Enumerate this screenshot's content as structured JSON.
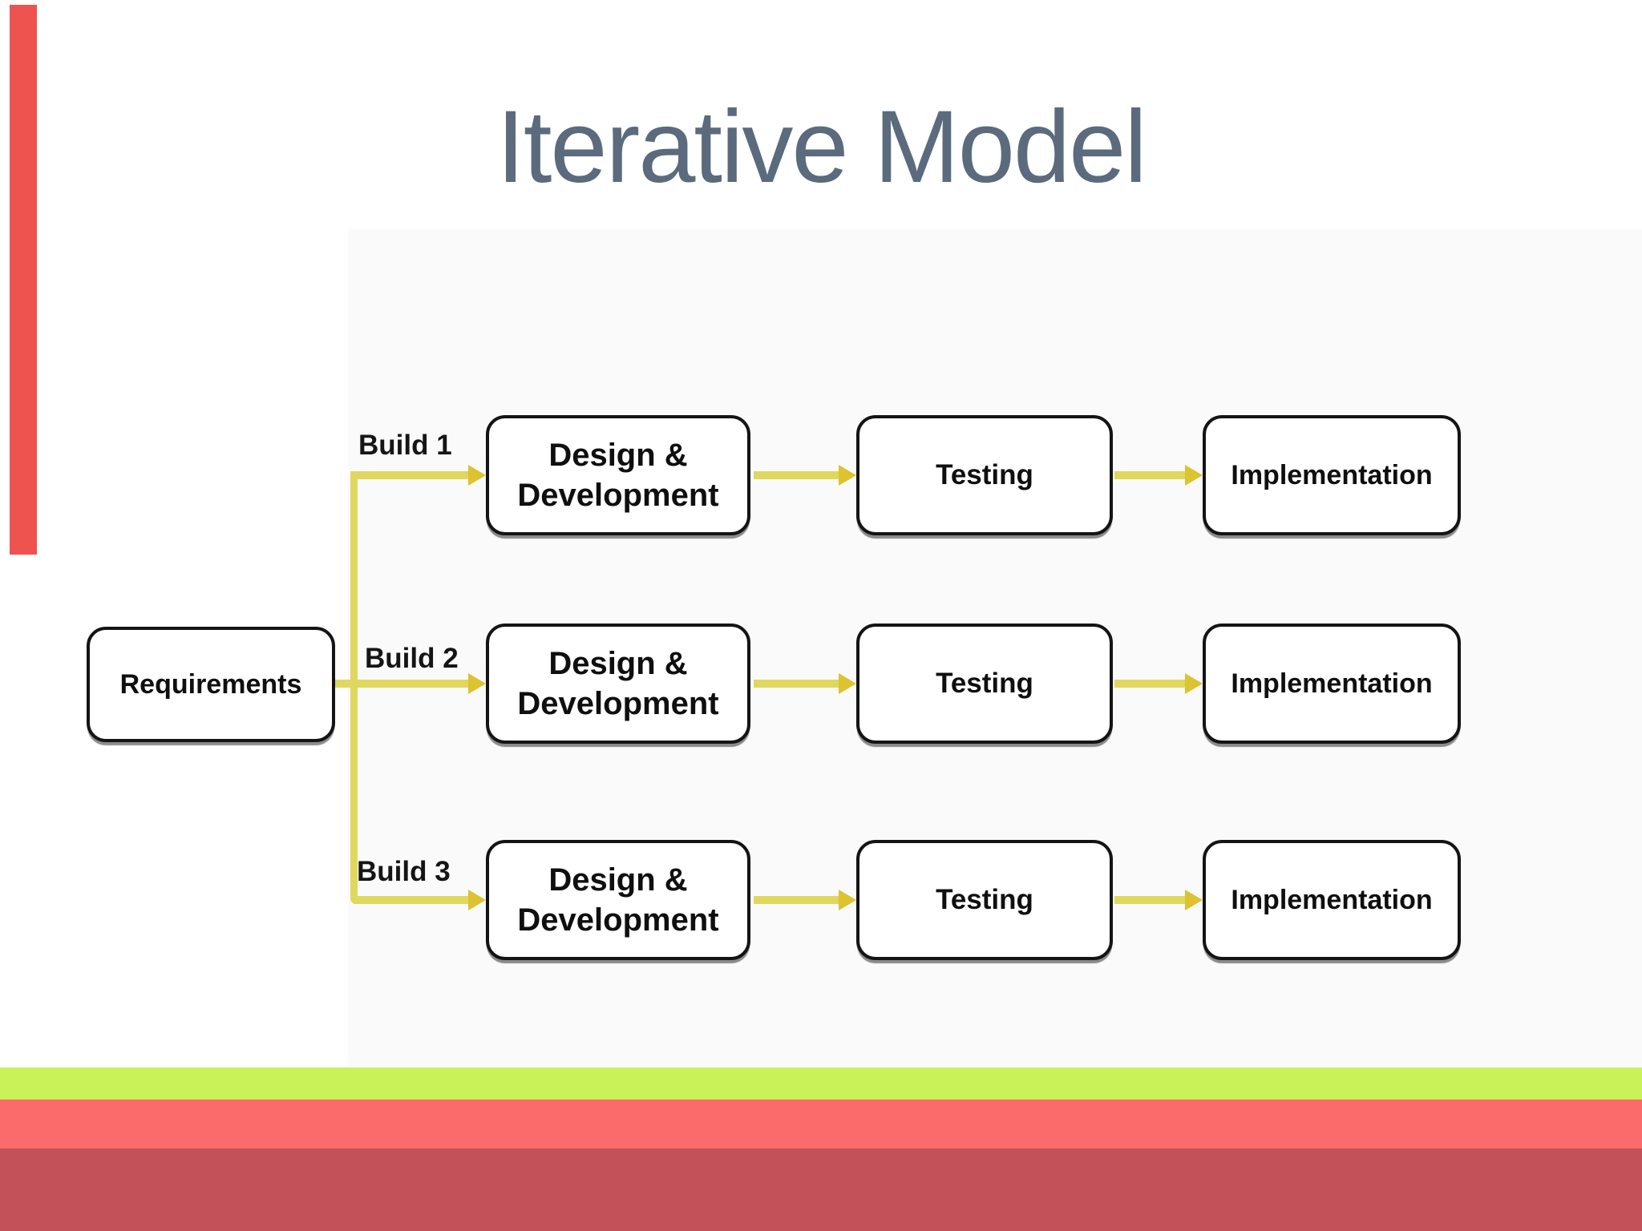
{
  "slide": {
    "title": "Iterative Model"
  },
  "diagram": {
    "requirements_label": "Requirements",
    "rows": [
      {
        "build_label": "Build 1",
        "design_line1": "Design &",
        "design_line2": "Development",
        "testing_label": "Testing",
        "implementation_label": "Implementation"
      },
      {
        "build_label": "Build 2",
        "design_line1": "Design &",
        "design_line2": "Development",
        "testing_label": "Testing",
        "implementation_label": "Implementation"
      },
      {
        "build_label": "Build 3",
        "design_line1": "Design &",
        "design_line2": "Development",
        "testing_label": "Testing",
        "implementation_label": "Implementation"
      }
    ]
  },
  "decorations": {
    "title_color": "#5b6b7d",
    "left_accent_bar_color": "#ee5350",
    "connector_yellow": "#e0d75f",
    "arrowhead_gold": "#dcc32f",
    "box_border_color": "#141414",
    "stripe_green": "#c9f158",
    "stripe_salmon": "#fb6b6b",
    "stripe_maroon": "#c25159"
  }
}
